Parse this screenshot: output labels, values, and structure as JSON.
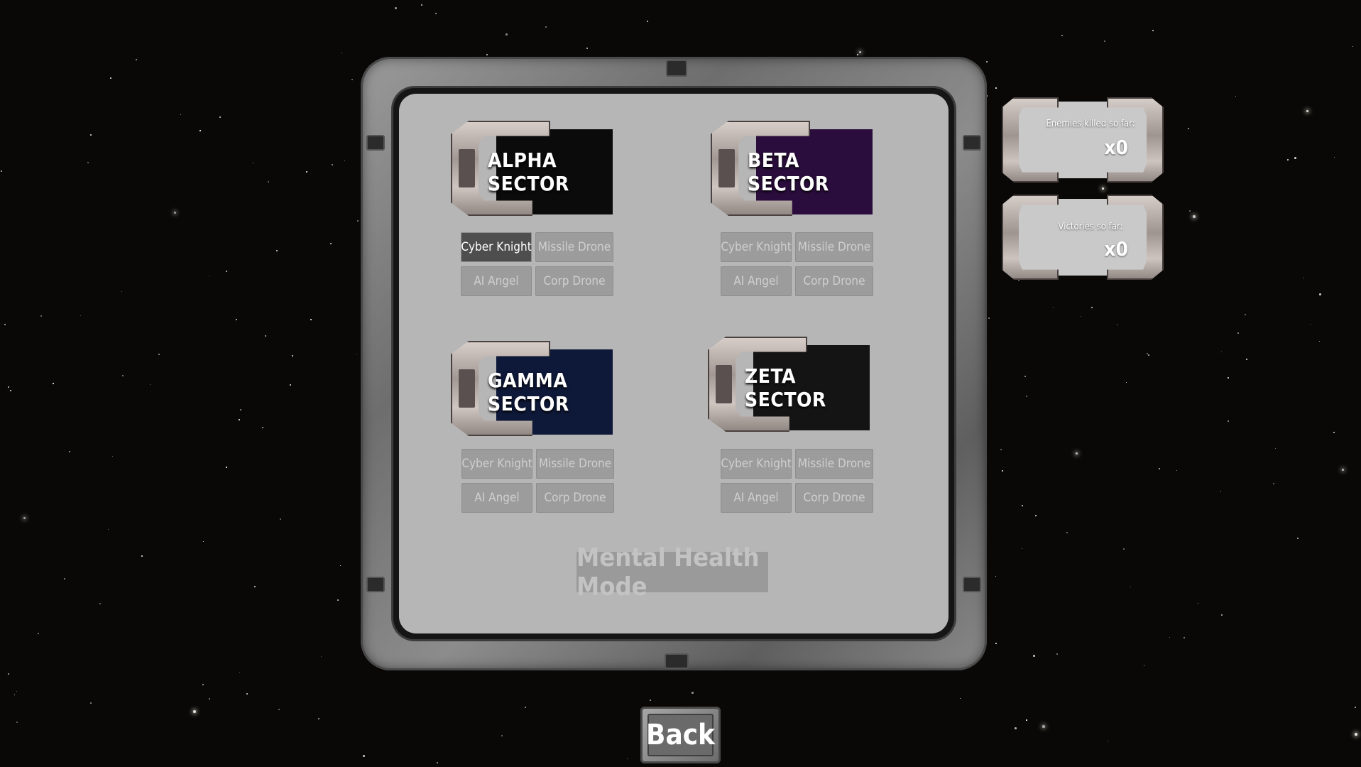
{
  "sectors": [
    {
      "title": "ALPHA SECTOR",
      "bg": "#0b0b0b",
      "buttons": [
        {
          "label": "Cyber Knight",
          "active": true
        },
        {
          "label": "Missile Drone",
          "active": false
        },
        {
          "label": "AI Angel",
          "active": false
        },
        {
          "label": "Corp Drone",
          "active": false
        }
      ]
    },
    {
      "title": "BETA SECTOR",
      "bg": "#2a0d3c",
      "buttons": [
        {
          "label": "Cyber Knight",
          "active": false
        },
        {
          "label": "Missile Drone",
          "active": false
        },
        {
          "label": "AI Angel",
          "active": false
        },
        {
          "label": "Corp Drone",
          "active": false
        }
      ]
    },
    {
      "title": "GAMMA SECTOR",
      "bg": "#0e1838",
      "buttons": [
        {
          "label": "Cyber Knight",
          "active": false
        },
        {
          "label": "Missile Drone",
          "active": false
        },
        {
          "label": "AI Angel",
          "active": false
        },
        {
          "label": "Corp Drone",
          "active": false
        }
      ]
    },
    {
      "title": "ZETA SECTOR",
      "bg": "#141414",
      "buttons": [
        {
          "label": "Cyber Knight",
          "active": false
        },
        {
          "label": "Missile Drone",
          "active": false
        },
        {
          "label": "AI Angel",
          "active": false
        },
        {
          "label": "Corp Drone",
          "active": false
        }
      ]
    }
  ],
  "mental_health_label": "Mental Health Mode",
  "stats": {
    "enemies_label": "Enemies killed so far:",
    "enemies_value": "x0",
    "victories_label": "Victories so far:",
    "victories_value": "x0"
  },
  "back_label": "Back"
}
